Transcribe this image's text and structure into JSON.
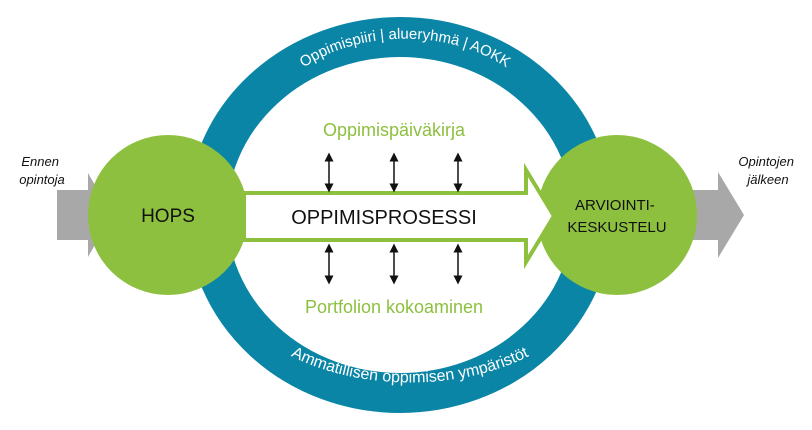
{
  "colors": {
    "ring": "#0b85a6",
    "circle": "#8dc03f",
    "accent_text": "#8dc03f",
    "gray_arrow": "#a8a8a8",
    "process_arrow_border": "#8dc03f"
  },
  "diagram": {
    "left_label": [
      "Ennen",
      "opintoja"
    ],
    "right_label": [
      "Opintojen",
      "jälkeen"
    ],
    "left_circle": "HOPS",
    "right_circle": [
      "ARVIOINTI-",
      "KESKUSTELU"
    ],
    "process": "OPPIMISPROSESSI",
    "top_item": "Oppimispäiväkirja",
    "bottom_item": "Portfolion kokoaminen",
    "ring_top": "Oppimispiiri | alueryhmä | AOKK",
    "ring_bottom": "Ammatillisen oppimisen ympäristöt"
  }
}
